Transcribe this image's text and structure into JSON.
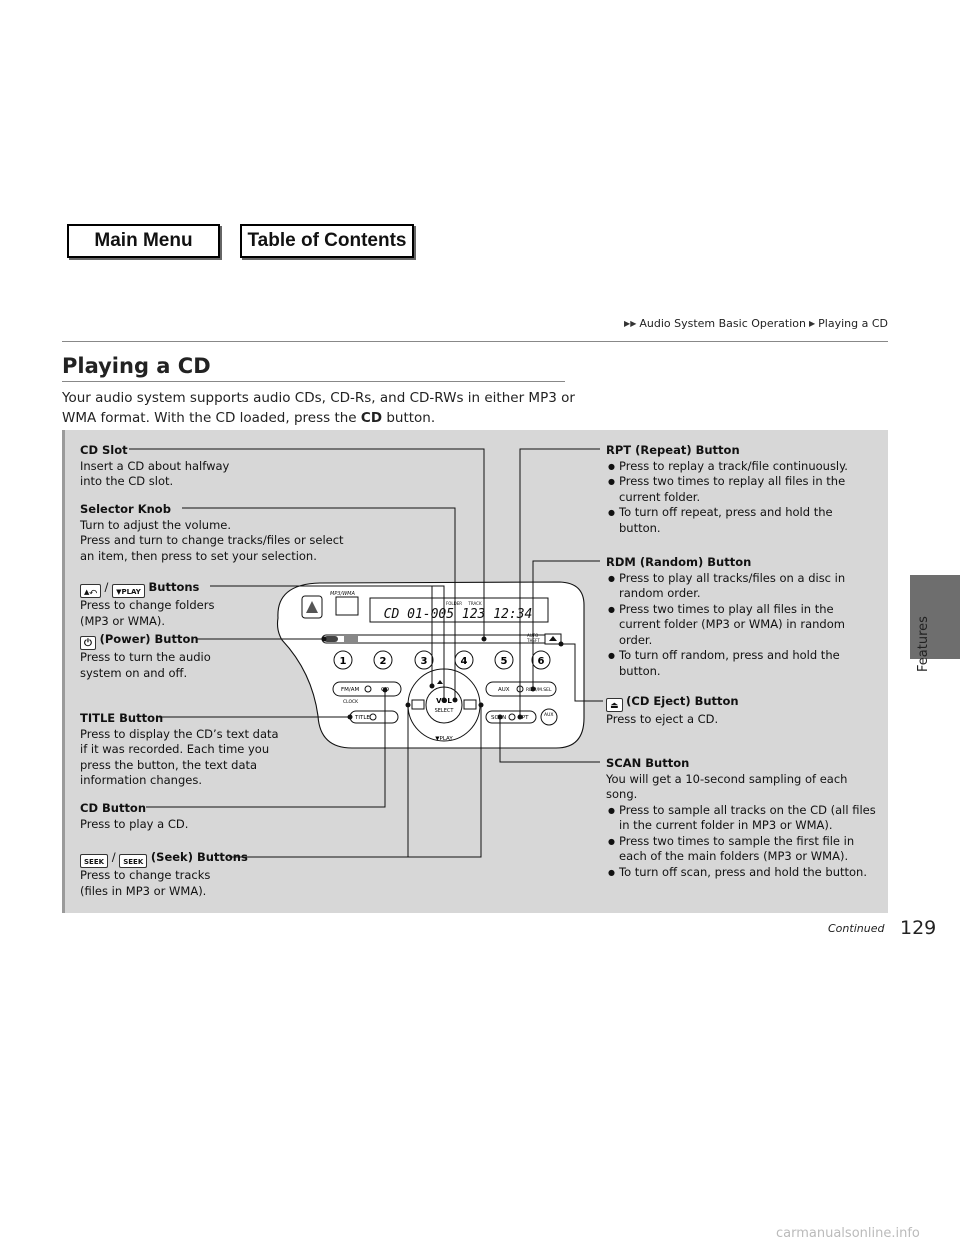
{
  "nav": {
    "main_menu": "Main Menu",
    "toc": "Table of Contents"
  },
  "breadcrumb": {
    "part1": "Audio System Basic Operation",
    "part2": "Playing a CD"
  },
  "side_tab": "Features",
  "heading": "Playing a CD",
  "intro": {
    "pre": "Your audio system supports audio CDs, CD-Rs, and CD-RWs in either MP3 or WMA format. With the CD loaded, press the ",
    "bold": "CD",
    "post": " button."
  },
  "labels": {
    "cd_slot": {
      "title": "CD Slot",
      "lines": [
        "Insert a CD about halfway",
        "into the CD slot."
      ]
    },
    "selector": {
      "title": "Selector Knob",
      "lines": [
        "Turn to adjust the volume.",
        "Press and turn to change tracks/files or select",
        "an item, then press to set your selection."
      ]
    },
    "folder": {
      "sep": "/",
      "title": "Buttons",
      "lines": [
        "Press to change folders",
        "(MP3 or WMA)."
      ]
    },
    "power": {
      "title": "(Power) Button",
      "lines": [
        "Press to turn the audio",
        "system on and off."
      ]
    },
    "title_btn": {
      "title": "TITLE Button",
      "lines": [
        "Press to display the CD’s text data",
        "if it was recorded. Each time you",
        "press the button, the text data",
        "information changes."
      ]
    },
    "cd_btn": {
      "title": "CD Button",
      "lines": [
        "Press to play a CD."
      ]
    },
    "seek": {
      "sep": "/",
      "title": "(Seek) Buttons",
      "lines": [
        "Press to change tracks",
        "(files in MP3 or WMA)."
      ]
    },
    "rpt": {
      "title": "RPT (Repeat) Button",
      "bullets": [
        "Press to replay a track/file continuously.",
        "Press two times to replay all files in the current folder.",
        "To turn off repeat, press and hold the button."
      ]
    },
    "rdm": {
      "title": "RDM (Random) Button",
      "bullets": [
        "Press to play all tracks/files on a disc in random order.",
        "Press two times to play all files in the current folder (MP3 or WMA) in random order.",
        "To turn off random, press and hold the button."
      ]
    },
    "eject": {
      "title": "(CD Eject) Button",
      "lines": [
        "Press to eject a CD."
      ]
    },
    "scan": {
      "title": "SCAN Button",
      "lines": [
        "You will get a 10-second sampling of each",
        "song."
      ],
      "bullets": [
        "Press to sample all tracks on the CD (all files in the current folder in MP3 or WMA).",
        "Press two times to sample the first file in each of the main folders (MP3 or WMA).",
        "To turn off scan, press and hold the button."
      ]
    }
  },
  "keys": {
    "play": "▼PLAY",
    "seek": "SEEK"
  },
  "radio": {
    "display": "CD   01-005   123  12:34",
    "folder_lbl": "FOLDER",
    "track_lbl": "TRACK",
    "presets": [
      "1",
      "2",
      "3",
      "4",
      "5",
      "6"
    ],
    "fm_am": "FM/AM",
    "cd": "CD",
    "clock": "CLOCK",
    "title": "TITLE",
    "aux": "AUX",
    "rdm": "RDM/M.SEL",
    "scan": "SCAN",
    "rpt": "RPT",
    "vol": "VOL",
    "select": "SELECT",
    "play": "▼PLAY",
    "auto": "AUTO",
    "theft": "THEFT",
    "mp3": "MP3/WMA",
    "aux_jack": "AUX"
  },
  "footer": {
    "continued": "Continued",
    "page": "129"
  },
  "watermark": "carmanualsonline.info"
}
